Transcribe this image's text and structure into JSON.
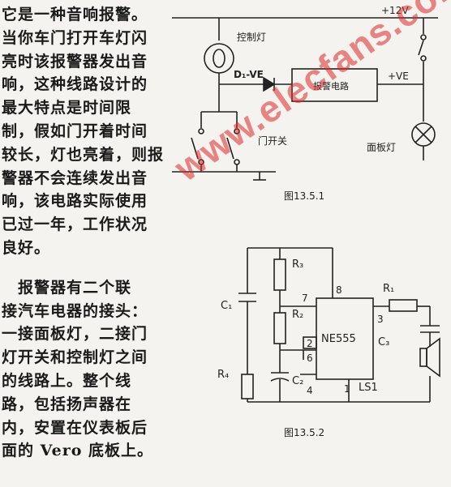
{
  "article": {
    "para1": [
      "它是一种音响报警。",
      "当你车门打开车灯闪",
      "亮时该报警器发出音",
      "响，这种线路设计的",
      "最大特点是时间限",
      "制，假如门开着时间",
      "较长，灯也亮着，则报",
      "警器不会连续发出音",
      "响，该电路实际使用",
      "已过一年，工作状况",
      "良好。"
    ],
    "para2": [
      "　报警器有二个联",
      "接汽车电器的接头：",
      "一接面板灯，二接门",
      "灯开关和控制灯之间",
      "的线路上。整个线",
      "路，包括扬声器在",
      "内，安置在仪表板后",
      "面的 Vero 底板上。"
    ]
  },
  "fig1": {
    "supply": "+12V",
    "lamp_label": "控制灯",
    "diode_label": "D₁-VE",
    "block_label": "报警电路",
    "ve_label": "+VE",
    "switch_label": "门开关",
    "panel_lamp_label": "面板灯",
    "caption": "图13.5.1"
  },
  "fig2": {
    "r3": "R₃",
    "r2": "R₂",
    "r1": "R₁",
    "r4": "R₄",
    "c1": "C₁",
    "c2": "C₂",
    "c3": "C₃",
    "ic": "NE555",
    "ls": "LS1",
    "pin8": "8",
    "pin7": "7",
    "pin3": "3",
    "pin2": "2",
    "pin6": "6",
    "pin4": "4",
    "pin1": "1",
    "caption": "图13.5.2"
  },
  "watermark": "www.elecfans.com"
}
